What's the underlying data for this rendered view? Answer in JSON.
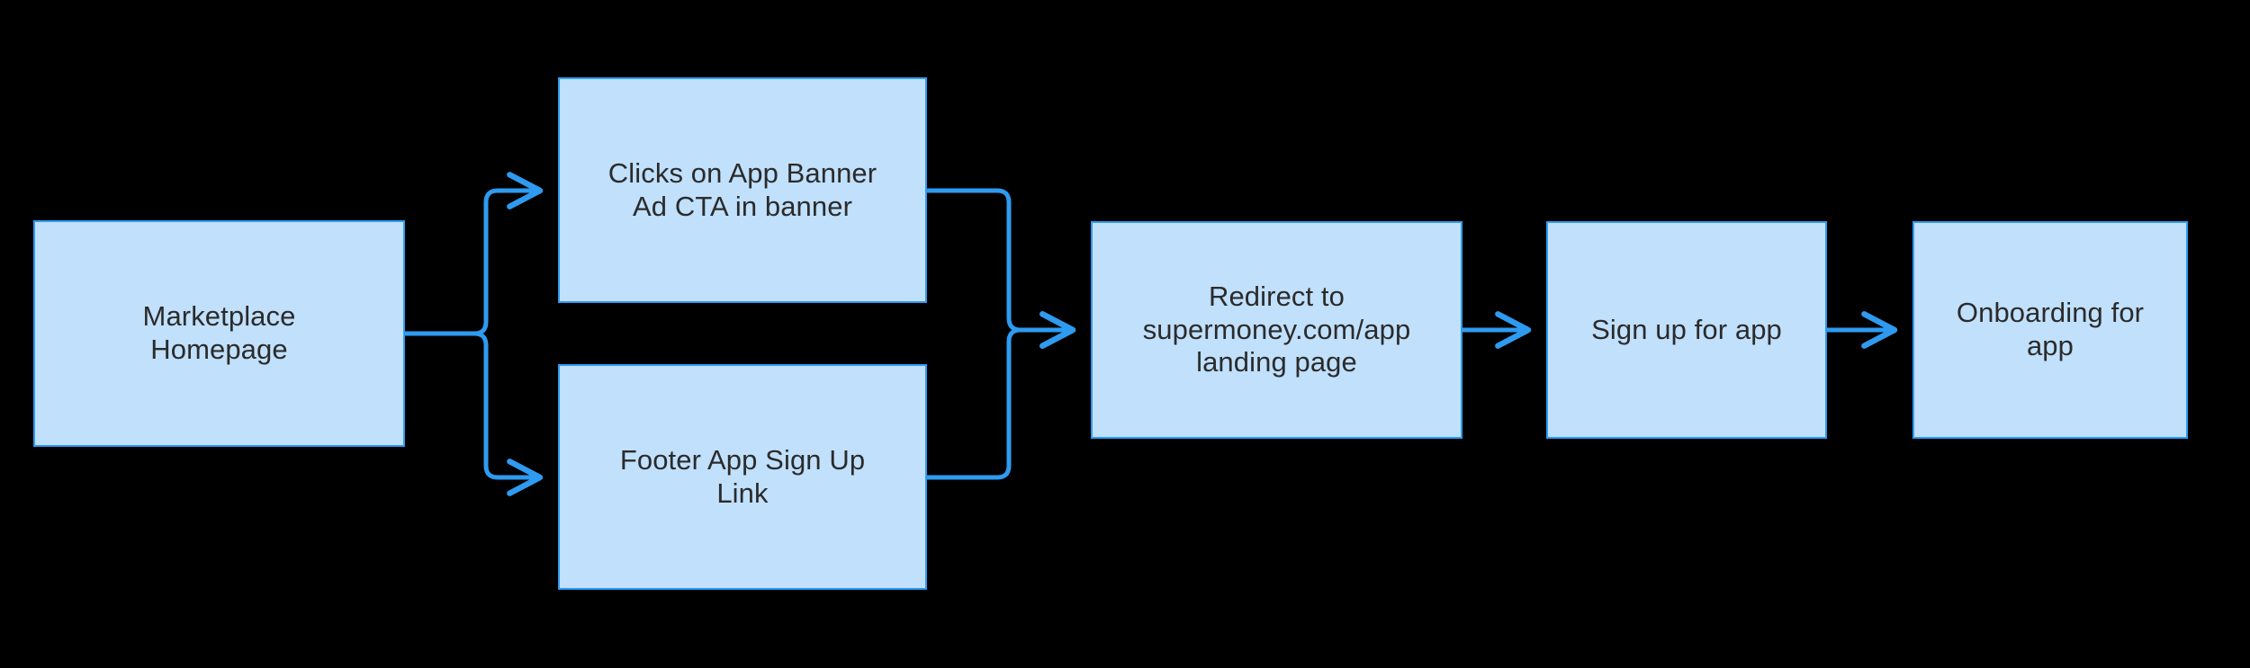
{
  "diagram": {
    "type": "flowchart",
    "orientation": "left-to-right",
    "background_color": "#000000",
    "node_fill_color": "#c0e0fc",
    "node_border_color": "#2e9bf0",
    "node_text_color": "#2b2b2b",
    "connector_color": "#2e9bf0",
    "nodes": [
      {
        "id": "marketplace-homepage",
        "label": "Marketplace\nHomepage"
      },
      {
        "id": "app-banner-cta",
        "label": "Clicks on App Banner\nAd CTA in banner"
      },
      {
        "id": "footer-signup-link",
        "label": "Footer App Sign Up\nLink"
      },
      {
        "id": "redirect-landing",
        "label": "Redirect to\nsupermoney.com/app\nlanding page"
      },
      {
        "id": "sign-up-for-app",
        "label": "Sign up for app"
      },
      {
        "id": "onboarding-for-app",
        "label": "Onboarding for\napp"
      }
    ],
    "edges": [
      {
        "from": "marketplace-homepage",
        "to": "app-banner-cta",
        "style": "orthogonal-branch-up"
      },
      {
        "from": "marketplace-homepage",
        "to": "footer-signup-link",
        "style": "orthogonal-branch-down"
      },
      {
        "from": "app-banner-cta",
        "to": "redirect-landing",
        "style": "orthogonal-merge-down"
      },
      {
        "from": "footer-signup-link",
        "to": "redirect-landing",
        "style": "orthogonal-merge-up"
      },
      {
        "from": "redirect-landing",
        "to": "sign-up-for-app",
        "style": "straight"
      },
      {
        "from": "sign-up-for-app",
        "to": "onboarding-for-app",
        "style": "straight"
      }
    ]
  }
}
